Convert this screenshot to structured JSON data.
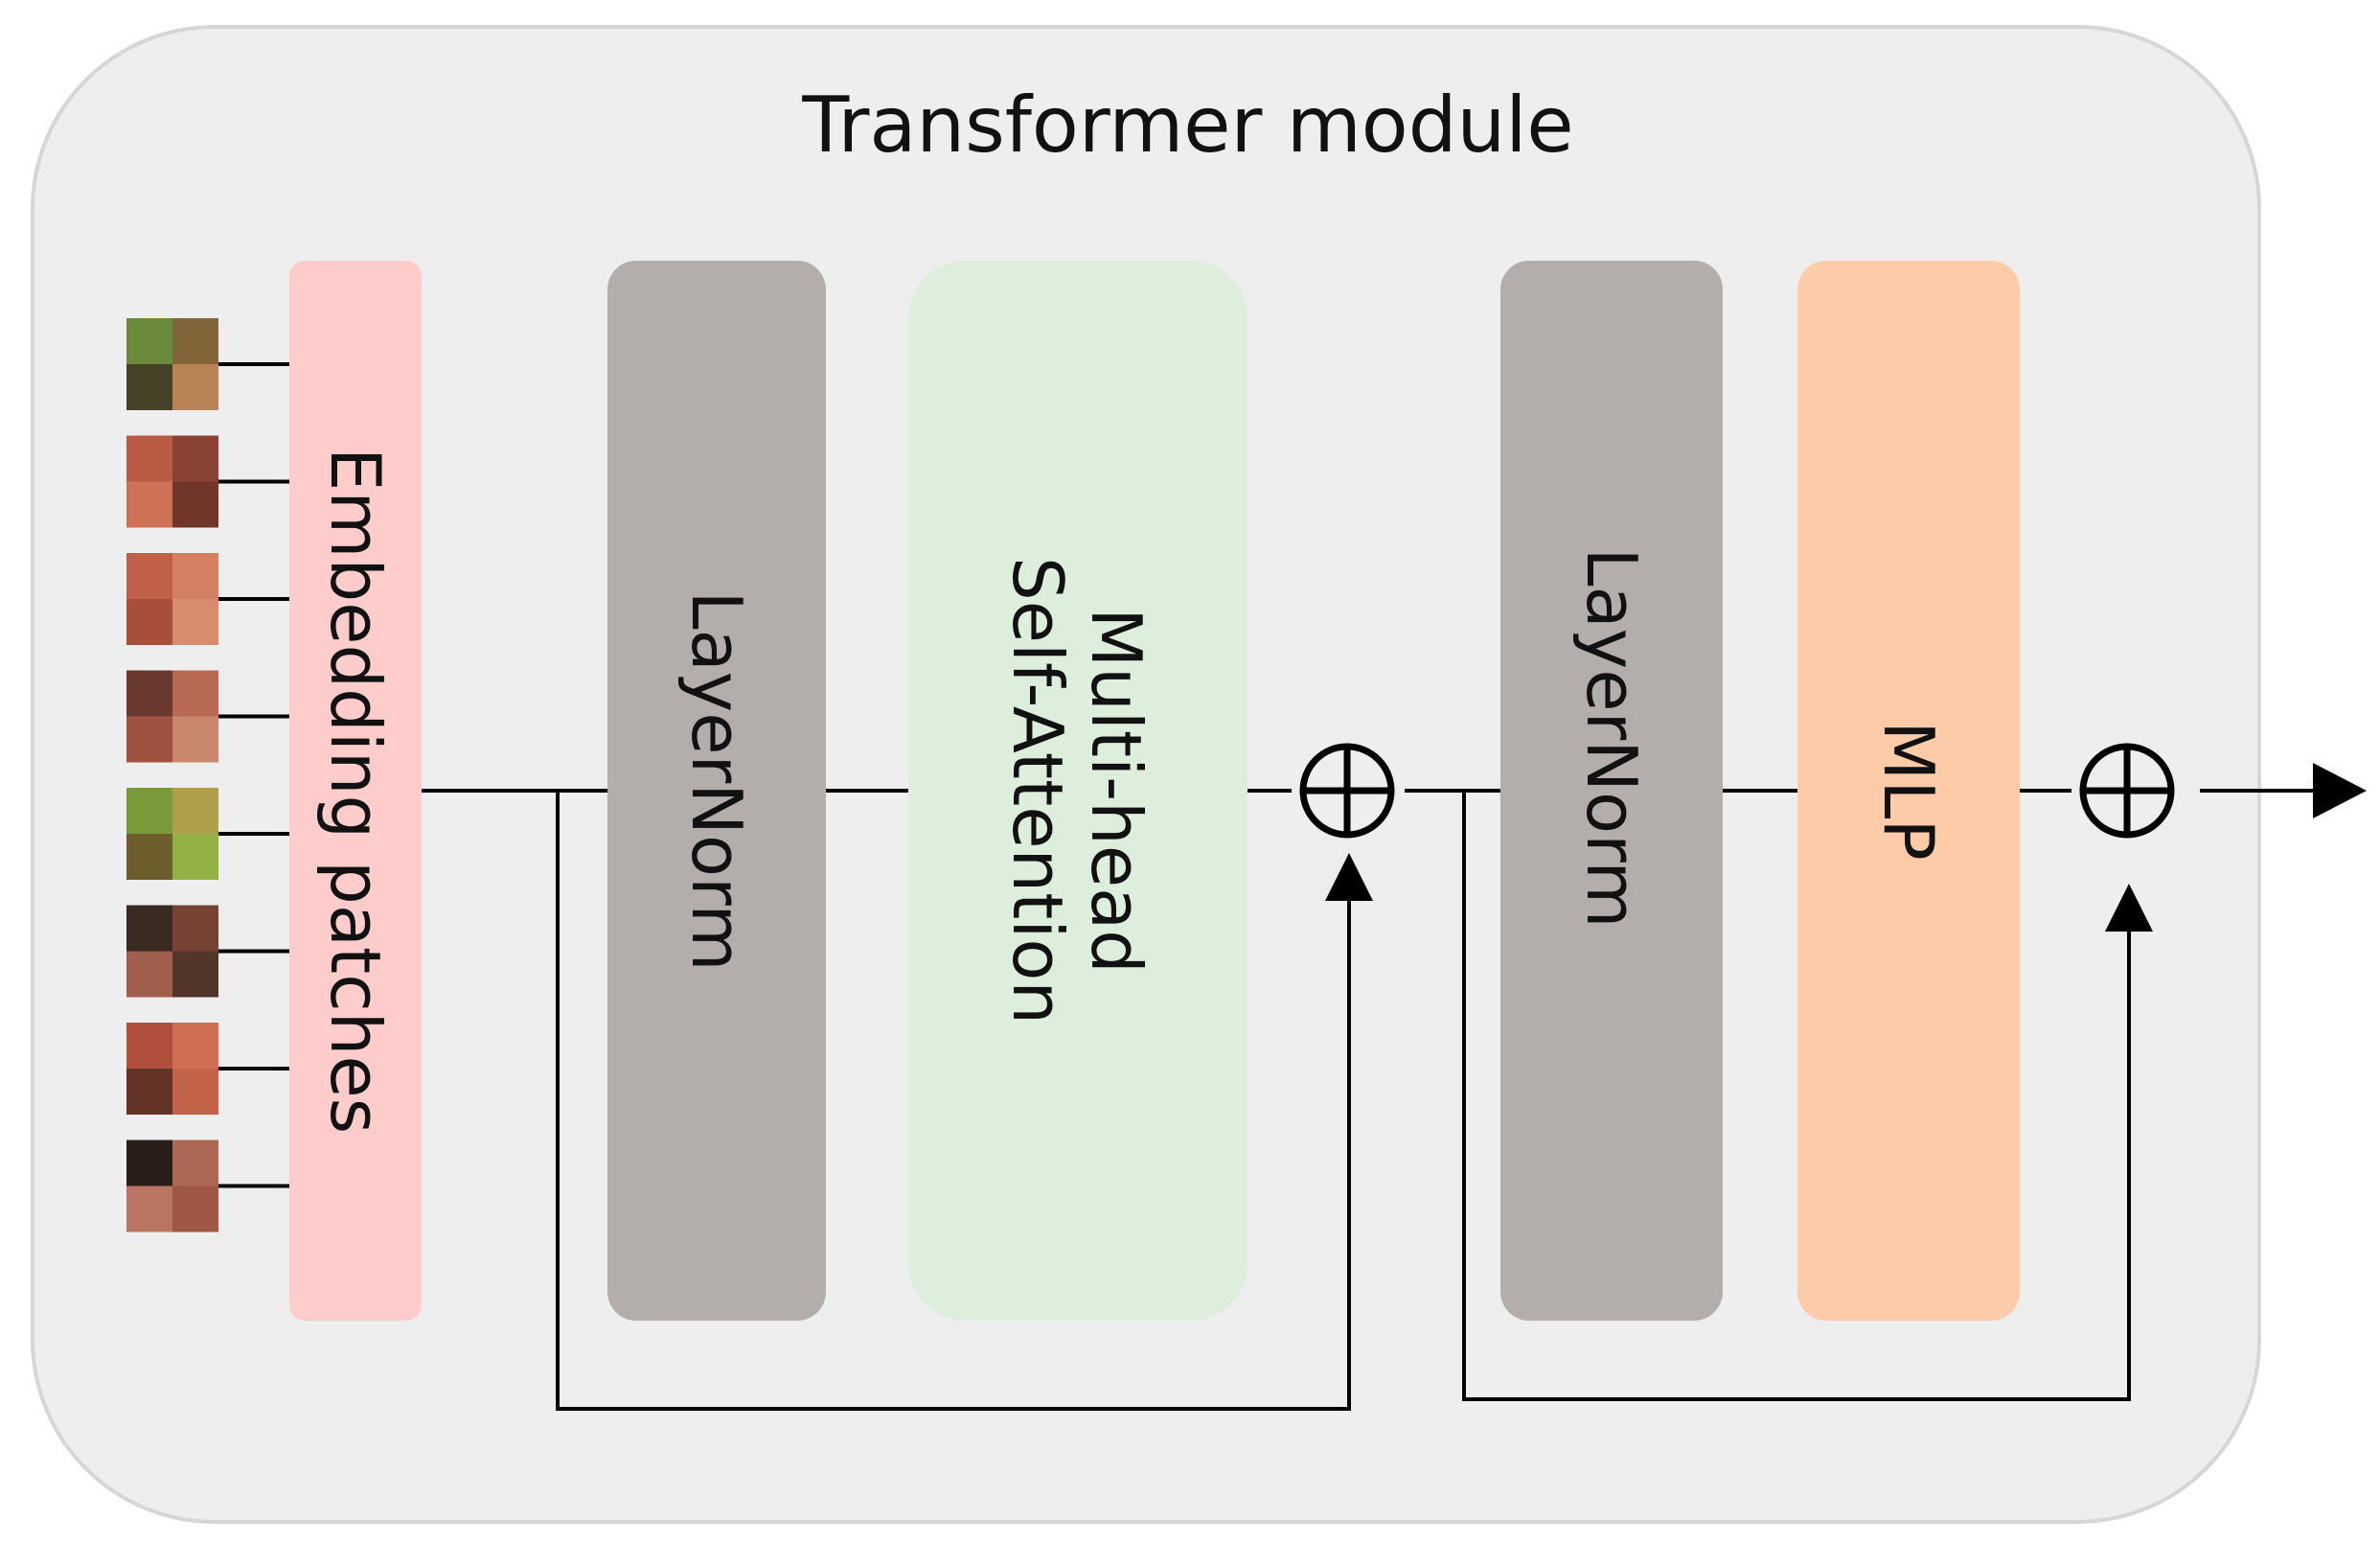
{
  "title": "Transformer module",
  "blocks": {
    "embedding": {
      "label": "Embedding patches",
      "color": "#ffcccc"
    },
    "layernorm1": {
      "label": "LayerNorm",
      "color": "#b3aeac"
    },
    "attention": {
      "line1": "Multi-head",
      "line2": "Self-Attention",
      "color": "#ddeedd"
    },
    "layernorm2": {
      "label": "LayerNorm",
      "color": "#b3aeac"
    },
    "mlp": {
      "label": "MLP",
      "color": "#fdcba8"
    }
  },
  "operators": {
    "add1": "⊕",
    "add2": "⊕"
  },
  "colors": {
    "panel": "#eeeeee",
    "panel_border": "#d6d6d6",
    "wire": "#000000"
  },
  "patches": [
    {
      "name": "patch-1",
      "colors": [
        "#6b8a3c",
        "#8a5a3a",
        "#3a2a22",
        "#d08060"
      ]
    },
    {
      "name": "patch-2",
      "colors": [
        "#b85a44",
        "#7a3a2e",
        "#d47a5c",
        "#5a2a22"
      ]
    },
    {
      "name": "patch-3",
      "colors": [
        "#c06048",
        "#d88a6c",
        "#a04a38",
        "#e09a7a"
      ]
    },
    {
      "name": "patch-4",
      "colors": [
        "#6a3a30",
        "#d0785c",
        "#b05a44",
        "#e8a080"
      ]
    },
    {
      "name": "patch-5",
      "colors": [
        "#7a9a3a",
        "#c0a050",
        "#6a4a2a",
        "#9aba4a"
      ]
    },
    {
      "name": "patch-6",
      "colors": [
        "#3a2a22",
        "#8a4a3a",
        "#c0705a",
        "#5a3a2e"
      ]
    },
    {
      "name": "patch-7",
      "colors": [
        "#b0503c",
        "#d87a5e",
        "#4a2a22",
        "#c8684c"
      ]
    },
    {
      "name": "patch-8",
      "colors": [
        "#2a1e1a",
        "#d88068",
        "#e8907a",
        "#c86a54"
      ]
    }
  ]
}
